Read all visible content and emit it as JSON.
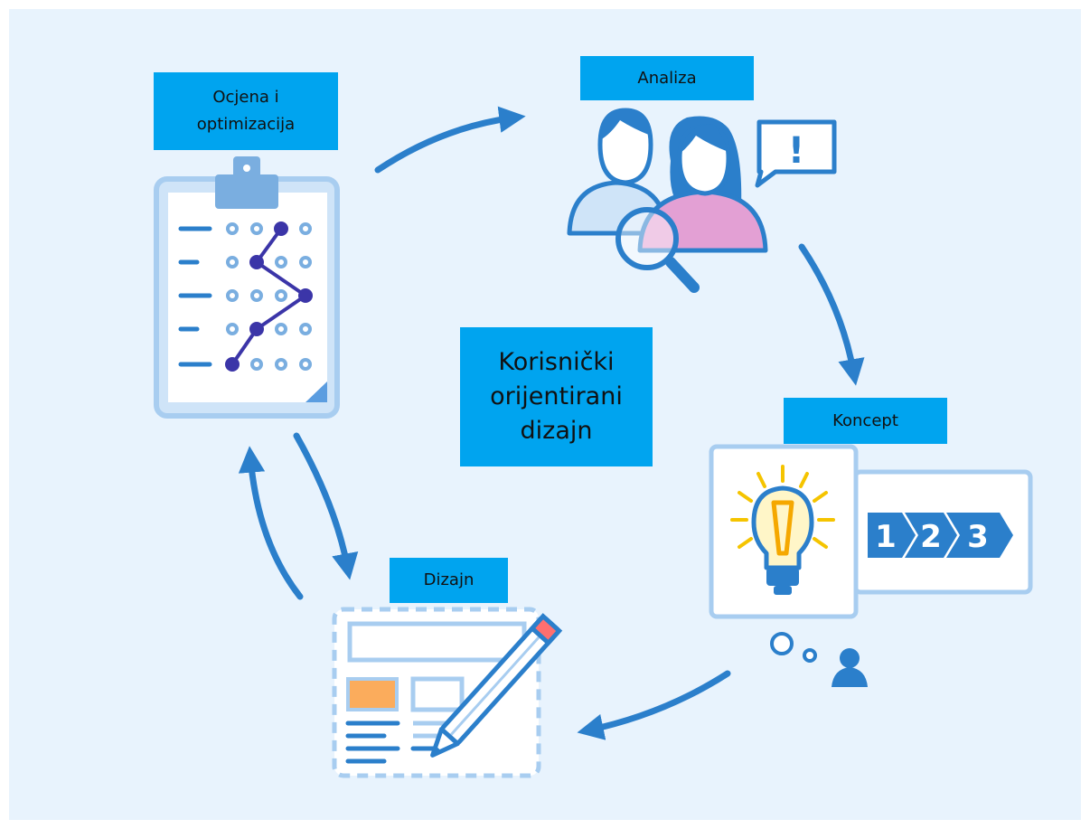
{
  "diagram": {
    "center_title": "Korisnički\norijentirani\ndizajn",
    "stages": {
      "evaluation": "Ocjena i\noptimizacija",
      "analysis": "Analiza",
      "concept": "Koncept",
      "design": "Dizajn"
    },
    "concept_steps": [
      "1",
      "2",
      "3"
    ],
    "alert_mark": "!"
  },
  "colors": {
    "background": "#e8f3fd",
    "label_fill": "#00a4ef",
    "arrow": "#2b7fcb",
    "icon_outline": "#a8cdf0",
    "accent_purple": "#3b35a8",
    "accent_orange": "#fbac5c",
    "bulb_yellow": "#f5b800",
    "person_female": "#e3a0d4"
  },
  "icons": [
    "clipboard-chart-icon",
    "users-search-icon",
    "speech-alert-icon",
    "lightbulb-icon",
    "steps-123-icon",
    "thought-person-icon",
    "layout-pencil-icon"
  ]
}
